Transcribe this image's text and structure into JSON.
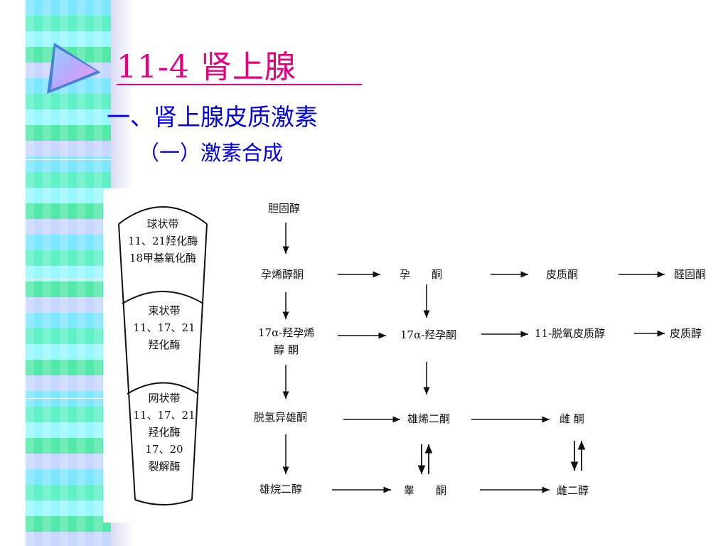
{
  "slide": {
    "title": "11-4  肾上腺",
    "heading": "一、肾上腺皮质激素",
    "subheading": "（一）激素合成"
  },
  "zones": {
    "glomerulosa": [
      "球状带",
      "11、21羟化酶",
      "18甲基氧化酶"
    ],
    "fasciculata": [
      "束状带",
      "11、17、21",
      "羟化酶"
    ],
    "reticularis": [
      "网状带",
      "11、17、21",
      "羟化酶",
      "17、20",
      "裂解酶"
    ]
  },
  "pathway": {
    "cholesterol": "胆固醇",
    "pregnenolone": "孕烯醇酮",
    "progesterone": "孕　　酮",
    "corticosterone": "皮质酮",
    "aldosterone": "醛固酮",
    "hydroxypregnenolone_line1": "17α-羟孕烯",
    "hydroxypregnenolone_line2": "醇 酮",
    "hydroxyprogesterone": "17α-羟孕酮",
    "deoxycortisol": "11-脱氧皮质醇",
    "cortisol": "皮质醇",
    "dhea": "脱氢异雄酮",
    "androstenedione": "雄烯二酮",
    "estrone": "雌 酮",
    "androstanediol": "雄烷二醇",
    "testosterone": "睾　　酮",
    "estradiol": "雌二醇"
  }
}
